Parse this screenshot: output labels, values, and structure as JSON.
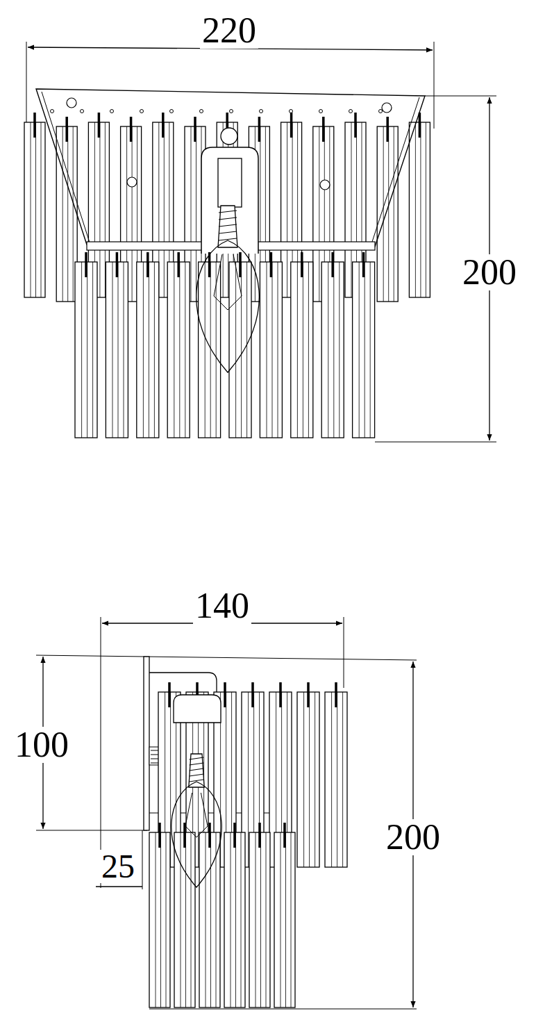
{
  "diagram": {
    "labels": [
      "220",
      "200",
      "140",
      "100",
      "25",
      "200"
    ]
  }
}
